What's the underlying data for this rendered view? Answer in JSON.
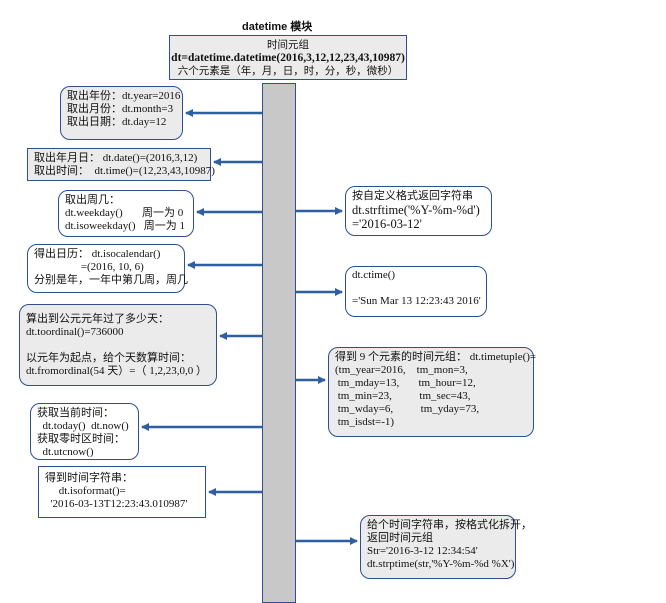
{
  "title": "datetime 模块",
  "header": {
    "label": "时间元组",
    "code": "dt=datetime.datetime(2016,3,12,12,23,43,10987)",
    "note": "六个元素是（年，月，日，时，分，秒，微秒）"
  },
  "left_boxes": [
    {
      "lines": [
        "取出年份：dt.year=2016",
        "取出月份：dt.month=3",
        "取出日期：dt.day=12"
      ]
    },
    {
      "lines": [
        "取出年月日： dt.date()=(2016,3,12)",
        "取出时间：  dt.time()=(12,23,43,10987)"
      ]
    },
    {
      "lines": [
        "取出周几：",
        "dt.weekday()       周一为 0",
        "dt.isoweekday()   周一为 1"
      ]
    },
    {
      "lines": [
        "得出日历： dt.isocalendar()",
        "                 =(2016, 10, 6)",
        "分别是年，一年中第几周，周几"
      ]
    },
    {
      "lines": [
        "算出到公元元年过了多少天：",
        "dt.toordinal()=736000",
        "",
        "以元年为起点，给个天数算时间：",
        "dt.fromordinal(54 天）=（ 1,2,23,0,0 ）"
      ]
    },
    {
      "lines": [
        "获取当前时间：",
        "  dt.today()  dt.now()",
        "获取零时区时间：",
        "  dt.utcnow()"
      ]
    },
    {
      "lines": [
        "得到时间字符串：",
        "     dt.isoformat()=",
        "  '2016-03-13T12:23:43.010987'"
      ]
    }
  ],
  "right_boxes": [
    {
      "lines": [
        "按自定义格式返回字符串",
        "dt.strftime('%Y-%m-%d')",
        "='2016-03-12'"
      ]
    },
    {
      "lines": [
        "dt.ctime()",
        "",
        "='Sun Mar 13 12:23:43 2016'"
      ]
    },
    {
      "lines": [
        "得到 9 个元素的时间元组： dt.timetuple()=",
        "(tm_year=2016,    tm_mon=3,",
        " tm_mday=13,       tm_hour=12,",
        " tm_min=23,          tm_sec=43,",
        " tm_wday=6,          tm_yday=73,",
        " tm_isdst=-1)"
      ]
    },
    {
      "lines": [
        "给个时间字符串，按格式化拆开，",
        "返回时间元组",
        "Str='2016-3-12 12:34:54'",
        "dt.strptime(str,'%Y-%m-%d %X')"
      ]
    }
  ],
  "colors": {
    "arrow": "#2e5fa0",
    "border": "#2f4f8f",
    "box_fill": "#ebebeb",
    "spine_fill": "#c8c8c8"
  }
}
